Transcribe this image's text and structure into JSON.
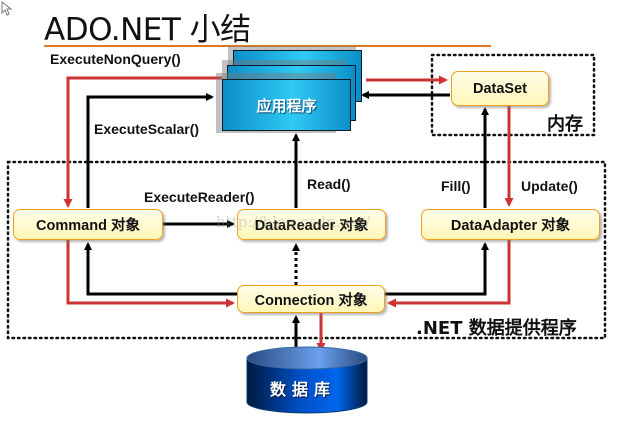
{
  "title": "ADO.NET 小结",
  "colors": {
    "accent_rule": "#e07a1f",
    "request_arrow": "#cc3333",
    "response_arrow": "#000000",
    "node_border": "#f0a020",
    "node_fill": "#fff6b8",
    "app_fill": "#2fcaf5",
    "database_fill": "#0050c8"
  },
  "nodes": {
    "application": "应用程序",
    "dataset": "DataSet",
    "command": "Command 对象",
    "datareader": "DataReader 对象",
    "dataadapter": "DataAdapter 对象",
    "connection": "Connection 对象",
    "database": "数据库"
  },
  "regions": {
    "memory": "内存",
    "provider": ".NET 数据提供程序"
  },
  "edge_labels": {
    "execute_non_query": "ExecuteNonQuery()",
    "execute_scalar": "ExecuteScalar()",
    "execute_reader": "ExecuteReader()",
    "read": "Read()",
    "fill": "Fill()",
    "update": "Update()"
  },
  "watermark": "http://blog.csdn.net/"
}
